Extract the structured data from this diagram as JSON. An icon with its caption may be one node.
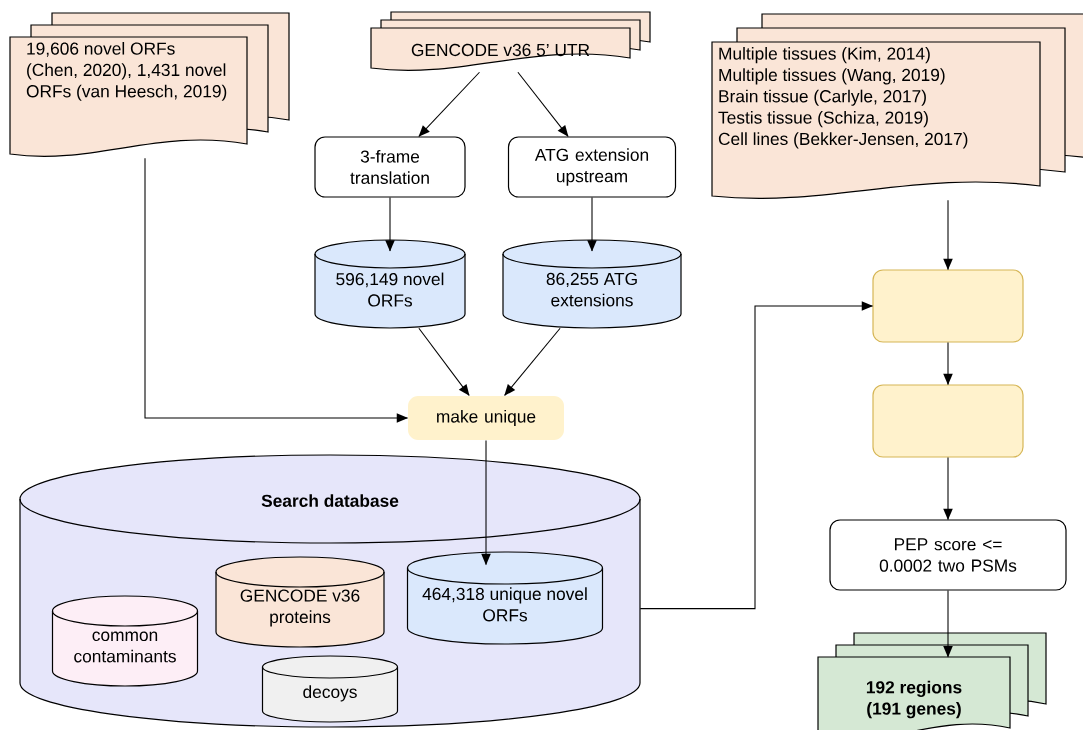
{
  "diagram": {
    "nodes": [
      {
        "text": [
          "19,606 novel ORFs (Chen, 2020), 1,431 novel ORFs (van Heesch, 2019)"
        ]
      },
      {
        "text": [
          "GENCODE v36 5’ UTR"
        ]
      },
      {
        "text": [
          "Multiple tissues (Kim, 2014)",
          "Multiple tissues (Wang, 2019)",
          "Brain tissue (Carlyle, 2017)",
          "Testis tissue (Schiza, 2019)",
          "Cell lines (Bekker-Jensen, 2017)"
        ]
      },
      {
        "text": [
          "3-frame translation"
        ]
      },
      {
        "text": [
          "ATG extension upstream"
        ]
      },
      {
        "text": [
          "596,149 novel ORFs"
        ]
      },
      {
        "text": [
          "86,255 ATG extensions"
        ]
      },
      {
        "text": [],
        "shape": "box"
      },
      {
        "text": [
          "make unique"
        ]
      },
      {
        "text": [],
        "shape": "box"
      },
      {
        "text": [
          "Search database"
        ]
      },
      {
        "text": [
          "GENCODE v36 proteins"
        ],
        "in": 10
      },
      {
        "text": [
          "464,318 unique novel ORFs"
        ],
        "in": 10
      },
      {
        "text": [
          "common contaminants"
        ],
        "in": 10
      },
      {
        "text": [
          "decoys"
        ],
        "in": 10
      },
      {
        "text": [
          "PEP score <= 0.0002 two PSMs"
        ]
      },
      {
        "text": [
          "192 regions (191 genes)"
        ]
      }
    ],
    "edges": [
      {
        "from": 1,
        "to": 3,
        "arrow": "to"
      },
      {
        "from": 1,
        "to": 4,
        "arrow": "to"
      },
      {
        "from": 3,
        "to": 5,
        "arrow": "to"
      },
      {
        "from": 4,
        "to": 6,
        "arrow": "to"
      },
      {
        "from": 5,
        "to": 8,
        "arrow": "to"
      },
      {
        "from": 6,
        "to": 8,
        "arrow": "to"
      },
      {
        "from": 0,
        "to": 8,
        "arrow": "to"
      },
      {
        "from": 8,
        "to": 12,
        "arrow": "to"
      },
      {
        "from": 10,
        "to": 7,
        "arrow": "to"
      },
      {
        "from": 2,
        "to": 7,
        "arrow": "to"
      },
      {
        "from": 7,
        "to": 9,
        "arrow": "to"
      },
      {
        "from": 9,
        "to": 15,
        "arrow": "to"
      },
      {
        "from": 15,
        "to": 16,
        "arrow": "to"
      }
    ]
  }
}
